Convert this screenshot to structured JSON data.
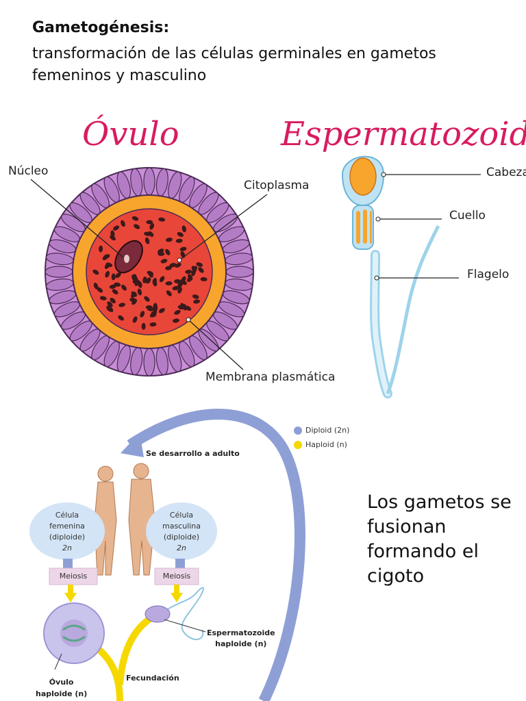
{
  "header": {
    "title": "Gametogénesis:",
    "subtitle": "transformación de las células germinales en gametos femeninos y masculino"
  },
  "ovum_figure": {
    "heading": "Óvulo",
    "labels": {
      "nucleus": "Núcleo",
      "cytoplasm": "Citoplasma",
      "membrane": "Membrana plasmática"
    }
  },
  "sperm_figure": {
    "heading": "Espermatozoide",
    "labels": {
      "head": "Cabeza",
      "neck": "Cuello",
      "flagellum": "Flagelo"
    }
  },
  "life_cycle": {
    "legend": [
      {
        "label": "Diploid (2n)",
        "color": "#8e9fd6"
      },
      {
        "label": "Haploid (n)",
        "color": "#f5d800"
      }
    ],
    "develop_label": "Se desarrollo a adulto",
    "female_cell": [
      "Célula",
      "femenina",
      "(diploide)",
      "2n"
    ],
    "male_cell": [
      "Célula",
      "masculina",
      "(diploide)",
      "2n"
    ],
    "meiosis_left": "Meiosis",
    "meiosis_right": "Meiosis",
    "sperm_label": [
      "Espermatozoide",
      "haploide (n)"
    ],
    "ovum_label": [
      "Óvulo",
      "haploide (n)"
    ],
    "fertilization": "Fecundación"
  },
  "fusion_text": "Los gametos se fusionan formando el cigoto",
  "colors": {
    "heading_pink": "#d81b60",
    "ovum_purple": "#b57cc6",
    "ovum_orange": "#f7a52d",
    "ovum_red": "#e9463a",
    "sperm_blue": "#bfe3f3",
    "cycle_arrow": "#8e9fd6",
    "haploid_yellow": "#f5d800"
  }
}
